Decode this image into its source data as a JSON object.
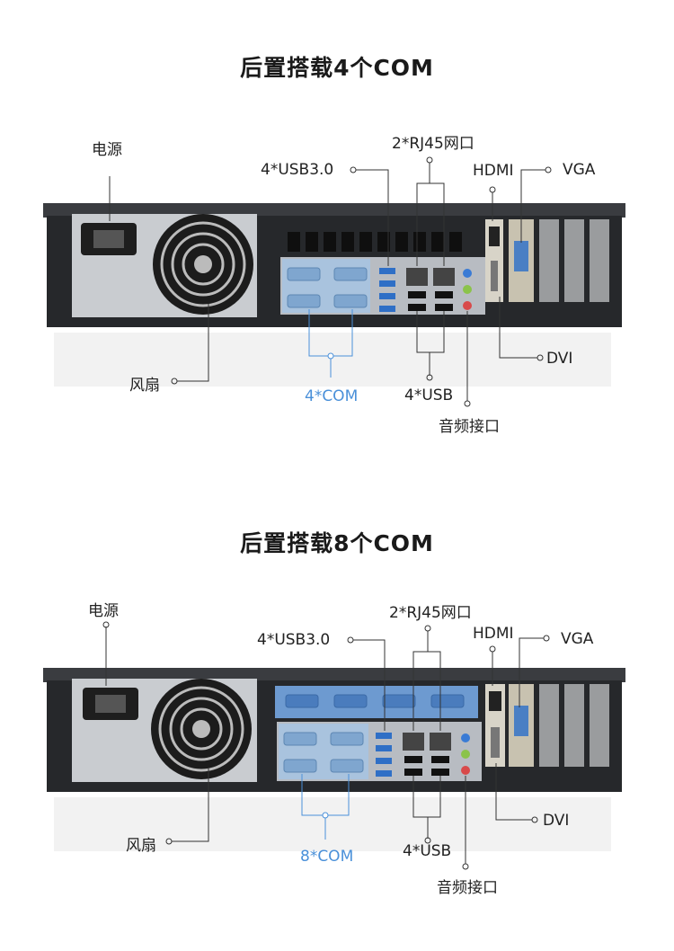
{
  "panels": [
    {
      "title": "后置搭载4个COM",
      "labels": {
        "power": "电源",
        "usb30": "4*USB3.0",
        "rj45": "2*RJ45网口",
        "hdmi": "HDMI",
        "vga": "VGA",
        "fan": "风扇",
        "com": "4*COM",
        "usb": "4*USB",
        "dvi": "DVI",
        "audio": "音频接口"
      }
    },
    {
      "title": "后置搭载8个COM",
      "labels": {
        "power": "电源",
        "usb30": "4*USB3.0",
        "rj45": "2*RJ45网口",
        "hdmi": "HDMI",
        "vga": "VGA",
        "fan": "风扇",
        "com": "8*COM",
        "usb": "4*USB",
        "dvi": "DVI",
        "audio": "音频接口"
      }
    }
  ],
  "colors": {
    "chassis": "#2b2d30",
    "io_shield": "#a9c3de",
    "highlight": "#4a90d9",
    "leader": "#333333"
  }
}
